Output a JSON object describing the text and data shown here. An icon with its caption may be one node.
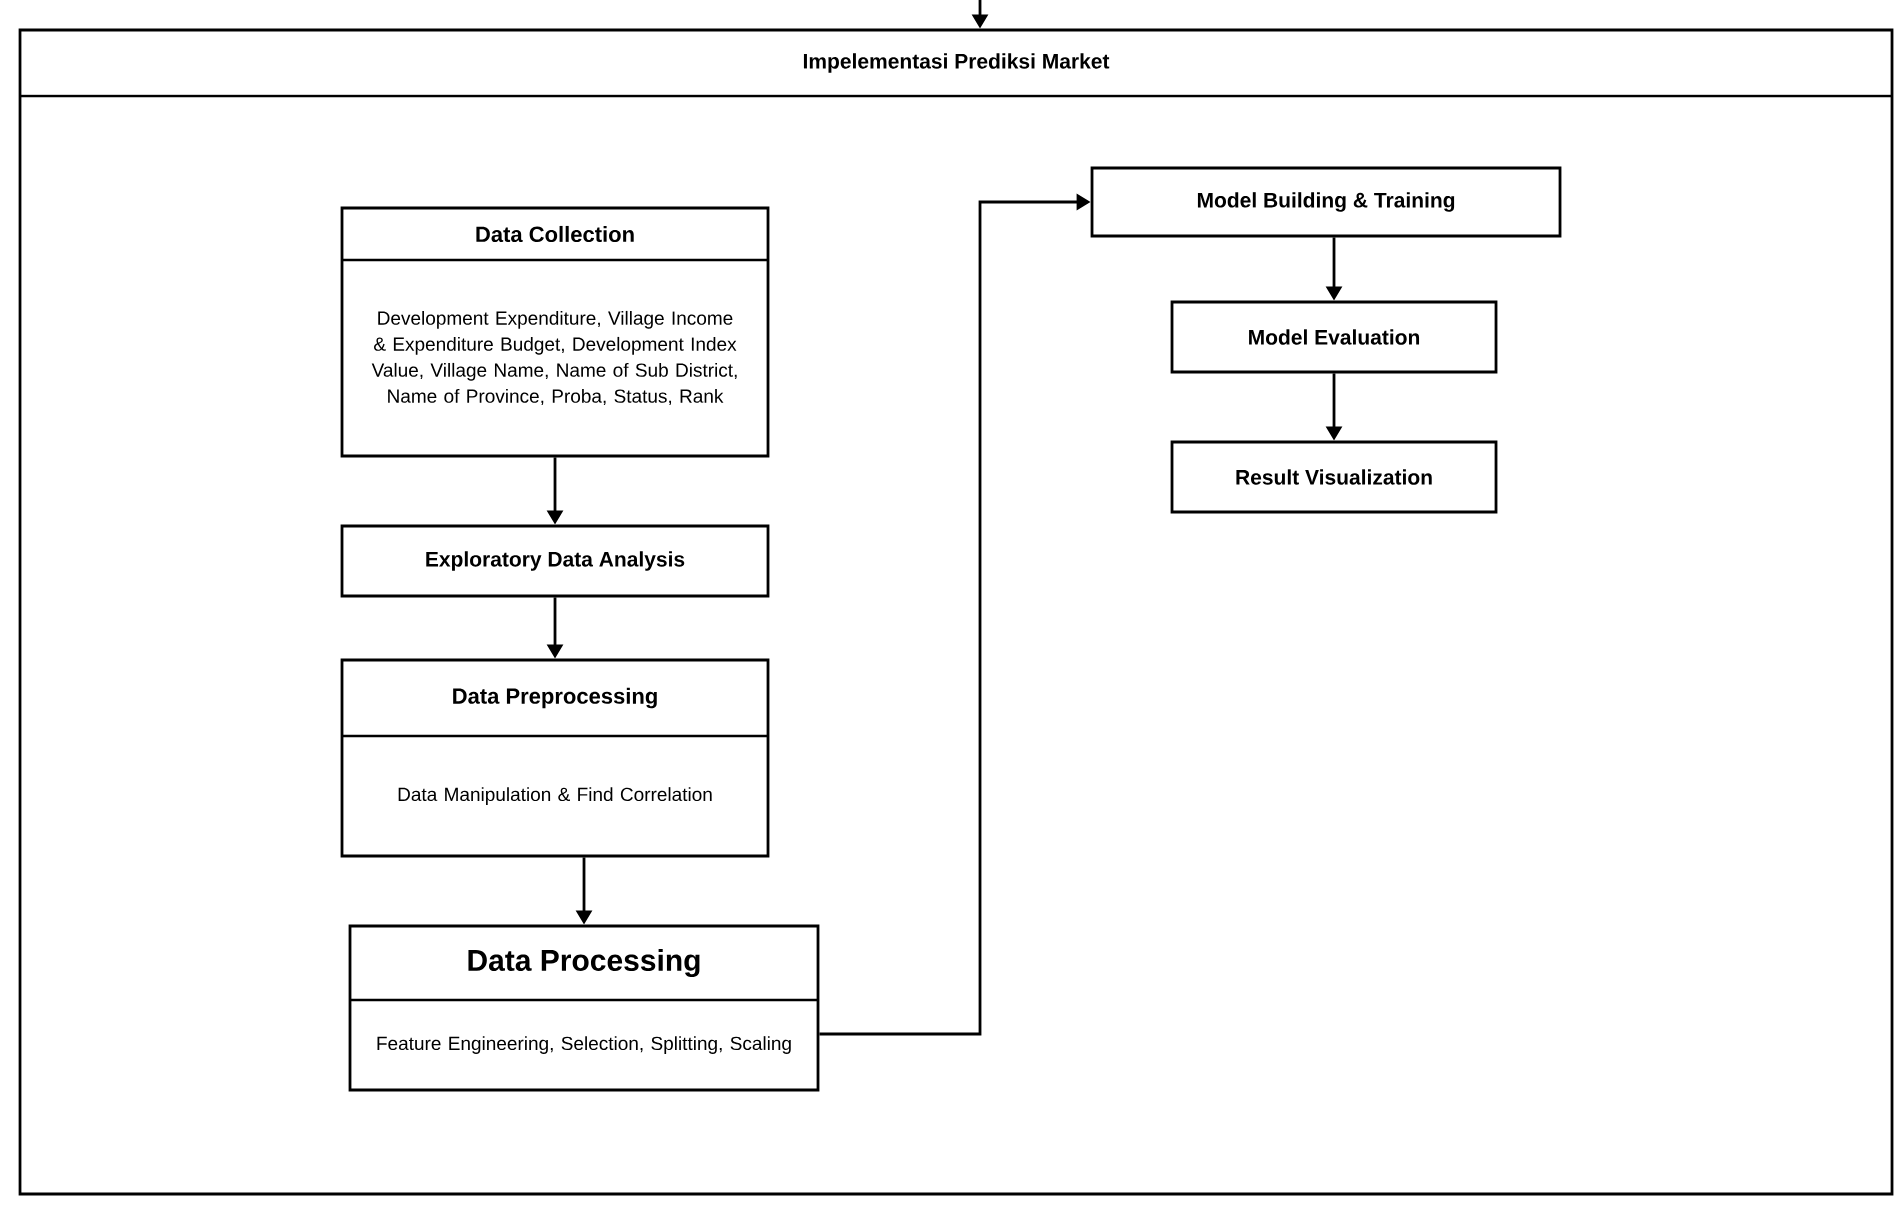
{
  "diagram": {
    "nodes": [
      {
        "text": [
          "Impelementasi Prediksi Market"
        ]
      },
      {
        "text": [
          "Data Collection",
          "Development Expenditure, Village Income & Expenditure Budget, Development Index Value, Village Name, Name of Sub District, Name of Province, Proba, Status, Rank"
        ],
        "in": 0
      },
      {
        "text": [
          "Exploratory Data Analysis"
        ],
        "in": 0
      },
      {
        "text": [
          "Data Preprocessing",
          "Data Manipulation & Find Correlation"
        ],
        "in": 0
      },
      {
        "text": [
          "Data Processing",
          "Feature Engineering, Selection, Splitting, Scaling"
        ],
        "in": 0
      },
      {
        "text": [
          "Model Building & Training"
        ],
        "in": 0
      },
      {
        "text": [
          "Model Evaluation"
        ],
        "in": 0
      },
      {
        "text": [
          "Result Visualization"
        ],
        "in": 0
      }
    ],
    "edges": [
      {
        "from": null,
        "to": 0,
        "arrow": "to"
      },
      {
        "from": 1,
        "to": 2,
        "arrow": "to"
      },
      {
        "from": 2,
        "to": 3,
        "arrow": "to"
      },
      {
        "from": 3,
        "to": 4,
        "arrow": "to"
      },
      {
        "from": 4,
        "to": 5,
        "arrow": "to"
      },
      {
        "from": 5,
        "to": 6,
        "arrow": "to"
      },
      {
        "from": 6,
        "to": 7,
        "arrow": "to"
      }
    ]
  }
}
